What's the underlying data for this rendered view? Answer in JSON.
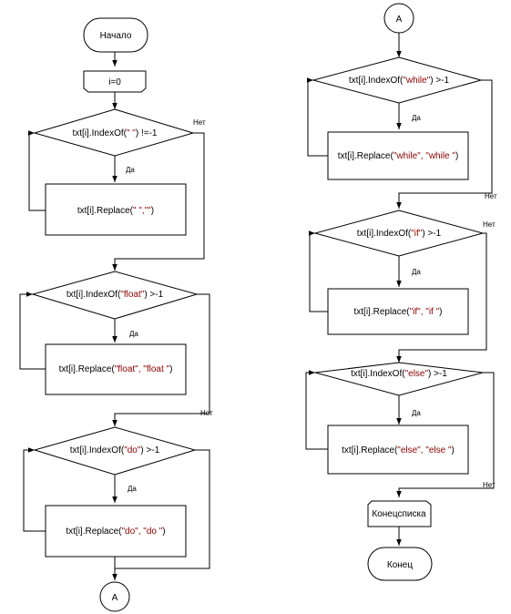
{
  "left": {
    "start": "Начало",
    "init": "i=0",
    "d1": {
      "pre": "txt[i].IndexOf(",
      "arg": "\" \"",
      "post": ") !=-1"
    },
    "p1": {
      "pre": "txt[i].Replace(",
      "arg": "\" \",\"\"",
      "post": ")"
    },
    "d2": {
      "pre": "txt[i].IndexOf(",
      "arg": "\"float\"",
      "post": ") >-1"
    },
    "p2": {
      "pre": "txt[i].Replace(",
      "arg": "\"float\", \"float \"",
      "post": ")"
    },
    "d3": {
      "pre": "txt[i].IndexOf(",
      "arg": "\"do\"",
      "post": ") >-1"
    },
    "p3": {
      "pre": "txt[i].Replace(",
      "arg": "\"do\", \"do \"",
      "post": ")"
    },
    "connector": "A"
  },
  "right": {
    "connector": "A",
    "d4": {
      "pre": "txt[i].IndexOf(",
      "arg": "\"while\"",
      "post": ") >-1"
    },
    "p4": {
      "pre": "txt[i].Replace(",
      "arg": "\"while\", \"while \"",
      "post": ")"
    },
    "d5": {
      "pre": "txt[i].IndexOf(",
      "arg": "\"if\"",
      "post": ") >-1"
    },
    "p5": {
      "pre": "txt[i].Replace(",
      "arg": "\"if\", \"if \"",
      "post": ")"
    },
    "d6": {
      "pre": "txt[i].IndexOf(",
      "arg": "\"else\"",
      "post": ") >-1"
    },
    "p6": {
      "pre": "txt[i].Replace(",
      "arg": "\"else\", \"else \"",
      "post": ")"
    },
    "loop_end": "Конецсписка",
    "end": "Конец"
  },
  "labels": {
    "yes": "Да",
    "no": "Нет"
  },
  "colors": {
    "line": "#000000",
    "string_literal": "#8b0000",
    "fill": "#ffffff"
  }
}
